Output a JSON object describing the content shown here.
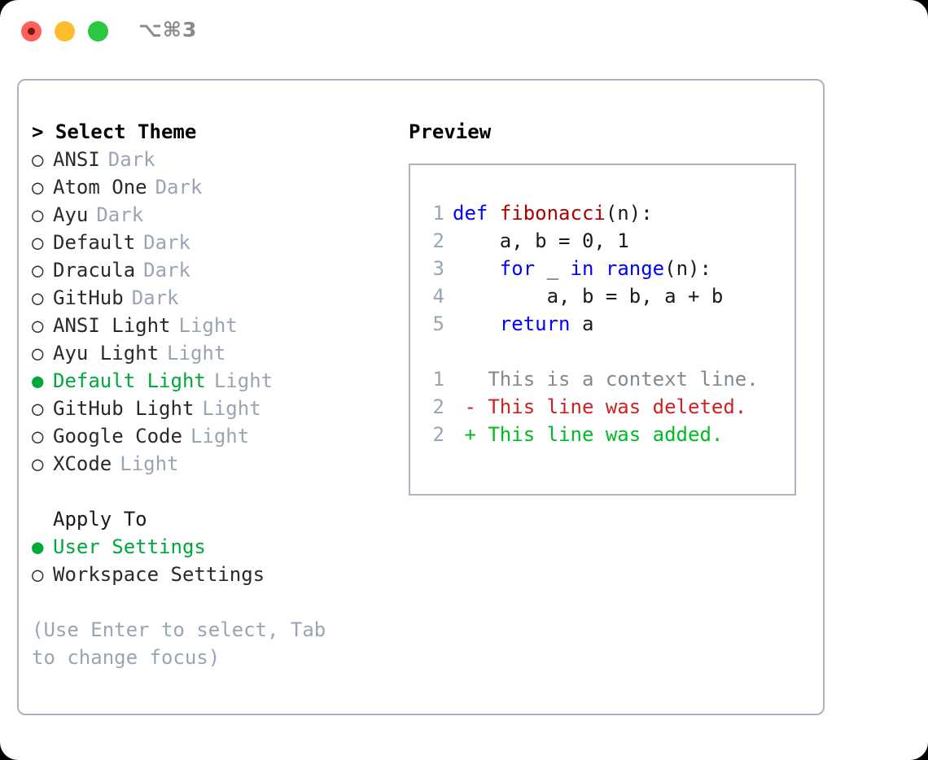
{
  "window": {
    "shortcut_label": "⌥⌘3",
    "traffic_lights": [
      {
        "name": "close",
        "color": "#ff6058"
      },
      {
        "name": "minimize",
        "color": "#ffbd2e"
      },
      {
        "name": "maximize",
        "color": "#28c840"
      }
    ]
  },
  "colors": {
    "selected_green": "#00a83c",
    "muted_gray": "#9aa5b4",
    "border": "#aab3c0",
    "keyword_blue": "#0000ff",
    "function_red": "#aa0000",
    "diff_delete_red": "#cc2222",
    "diff_add_green": "#00bb22"
  },
  "theme_list": {
    "header": "> Select Theme",
    "bullet_selected": "●",
    "bullet_unselected": "○",
    "items": [
      {
        "label": "ANSI",
        "tag": "Dark",
        "selected": false
      },
      {
        "label": "Atom One",
        "tag": "Dark",
        "selected": false
      },
      {
        "label": "Ayu",
        "tag": "Dark",
        "selected": false
      },
      {
        "label": "Default",
        "tag": "Dark",
        "selected": false
      },
      {
        "label": "Dracula",
        "tag": "Dark",
        "selected": false
      },
      {
        "label": "GitHub",
        "tag": "Dark",
        "selected": false
      },
      {
        "label": "ANSI Light",
        "tag": "Light",
        "selected": false
      },
      {
        "label": "Ayu Light",
        "tag": "Light",
        "selected": false
      },
      {
        "label": "Default Light",
        "tag": "Light",
        "selected": true
      },
      {
        "label": "GitHub Light",
        "tag": "Light",
        "selected": false
      },
      {
        "label": "Google Code",
        "tag": "Light",
        "selected": false
      },
      {
        "label": "XCode",
        "tag": "Light",
        "selected": false
      }
    ]
  },
  "apply_to": {
    "header": "Apply To",
    "items": [
      {
        "label": "User Settings",
        "selected": true
      },
      {
        "label": "Workspace Settings",
        "selected": false
      }
    ]
  },
  "hint": "(Use Enter to select, Tab to change focus)",
  "preview": {
    "title": "Preview",
    "code_lines": [
      {
        "no": "1",
        "tokens": [
          {
            "t": "def",
            "c": "kw"
          },
          {
            "t": " ",
            "c": "plain"
          },
          {
            "t": "fibonacci",
            "c": "fn"
          },
          {
            "t": "(n):",
            "c": "plain"
          }
        ]
      },
      {
        "no": "2",
        "tokens": [
          {
            "t": "    a, b = 0, 1",
            "c": "plain"
          }
        ]
      },
      {
        "no": "3",
        "tokens": [
          {
            "t": "    ",
            "c": "plain"
          },
          {
            "t": "for",
            "c": "kw"
          },
          {
            "t": " _ ",
            "c": "plain"
          },
          {
            "t": "in",
            "c": "kw"
          },
          {
            "t": " ",
            "c": "plain"
          },
          {
            "t": "range",
            "c": "kw"
          },
          {
            "t": "(n):",
            "c": "plain"
          }
        ]
      },
      {
        "no": "4",
        "tokens": [
          {
            "t": "        a, b = b, a + b",
            "c": "plain"
          }
        ]
      },
      {
        "no": "5",
        "tokens": [
          {
            "t": "    ",
            "c": "plain"
          },
          {
            "t": "return",
            "c": "kw"
          },
          {
            "t": " a",
            "c": "plain"
          }
        ]
      }
    ],
    "diff_lines": [
      {
        "no": "1",
        "marker": " ",
        "text": " This is a context line.",
        "kind": "diff-ctx"
      },
      {
        "no": "2",
        "marker": "-",
        "text": " This line was deleted.",
        "kind": "diff-del"
      },
      {
        "no": "2",
        "marker": "+",
        "text": " This line was added.",
        "kind": "diff-add"
      }
    ]
  }
}
